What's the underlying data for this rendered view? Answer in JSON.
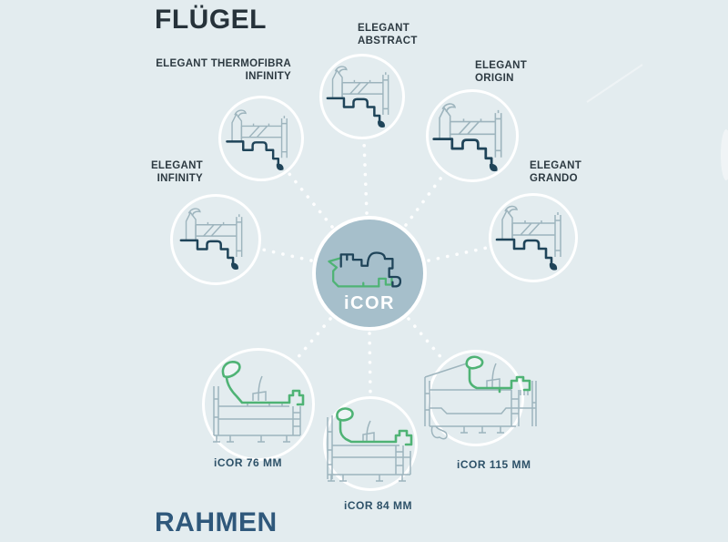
{
  "headings": {
    "fluegel": "FLÜGEL",
    "rahmen": "RAHMEN"
  },
  "center": {
    "label": "iCOR"
  },
  "sash_nodes": {
    "thermofibra": {
      "line1": "ELEGANT THERMOFIBRA",
      "line2": "INFINITY"
    },
    "abstract": {
      "line1": "ELEGANT",
      "line2": "ABSTRACT"
    },
    "origin": {
      "line1": "ELEGANT",
      "line2": "ORIGIN"
    },
    "infinity": {
      "line1": "ELEGANT",
      "line2": "INFINITY"
    },
    "grando": {
      "line1": "ELEGANT",
      "line2": "GRANDO"
    }
  },
  "frame_nodes": {
    "icor76": {
      "label": "iCOR 76 MM"
    },
    "icor84": {
      "label": "iCOR 84 MM"
    },
    "icor115": {
      "label": "iCOR 115 MM"
    }
  },
  "colors": {
    "background": "#e3ecef",
    "circle_stroke": "#ffffff",
    "center_fill": "#a6bfcb",
    "profile_grey": "#9db4bd",
    "profile_navy": "#1f4459",
    "profile_green": "#4fb375",
    "heading_dark": "#26323a",
    "heading_blue": "#2f587b",
    "label_dark": "#2d3a42",
    "label_blue": "#2d5168"
  }
}
